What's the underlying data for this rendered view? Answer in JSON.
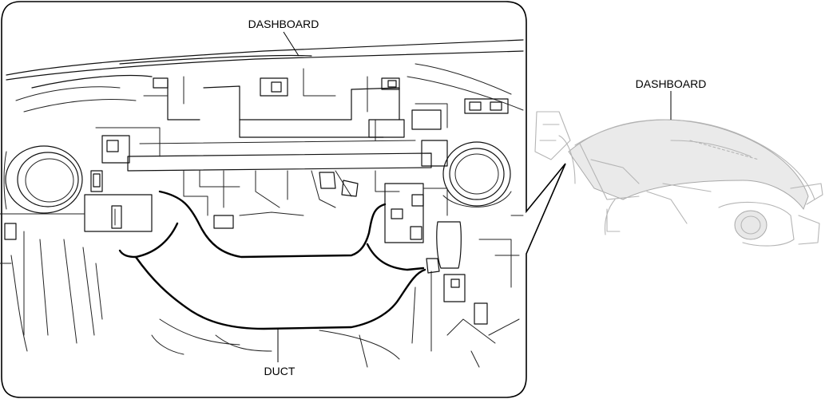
{
  "figure": {
    "labels": {
      "dashboard_main": "DASHBOARD",
      "duct": "DUCT",
      "dashboard_inset": "DASHBOARD"
    }
  }
}
